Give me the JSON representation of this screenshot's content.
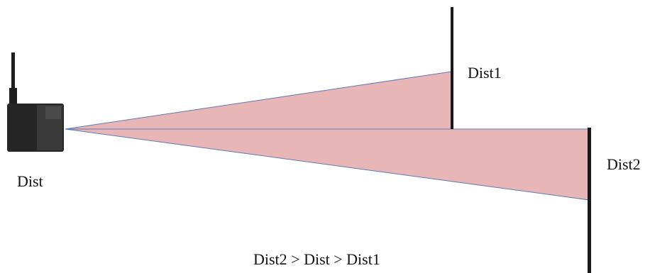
{
  "labels": {
    "sensor": "Dist",
    "target1": "Dist1",
    "target2": "Dist2",
    "relation": "Dist2 > Dist > Dist1"
  },
  "colors": {
    "beam_fill": "#e8b6b6",
    "beam_edge": "#5b7bb5",
    "wall": "#1a1a1a",
    "sensor_body": "#262626",
    "sensor_face": "#3a3a3a"
  }
}
